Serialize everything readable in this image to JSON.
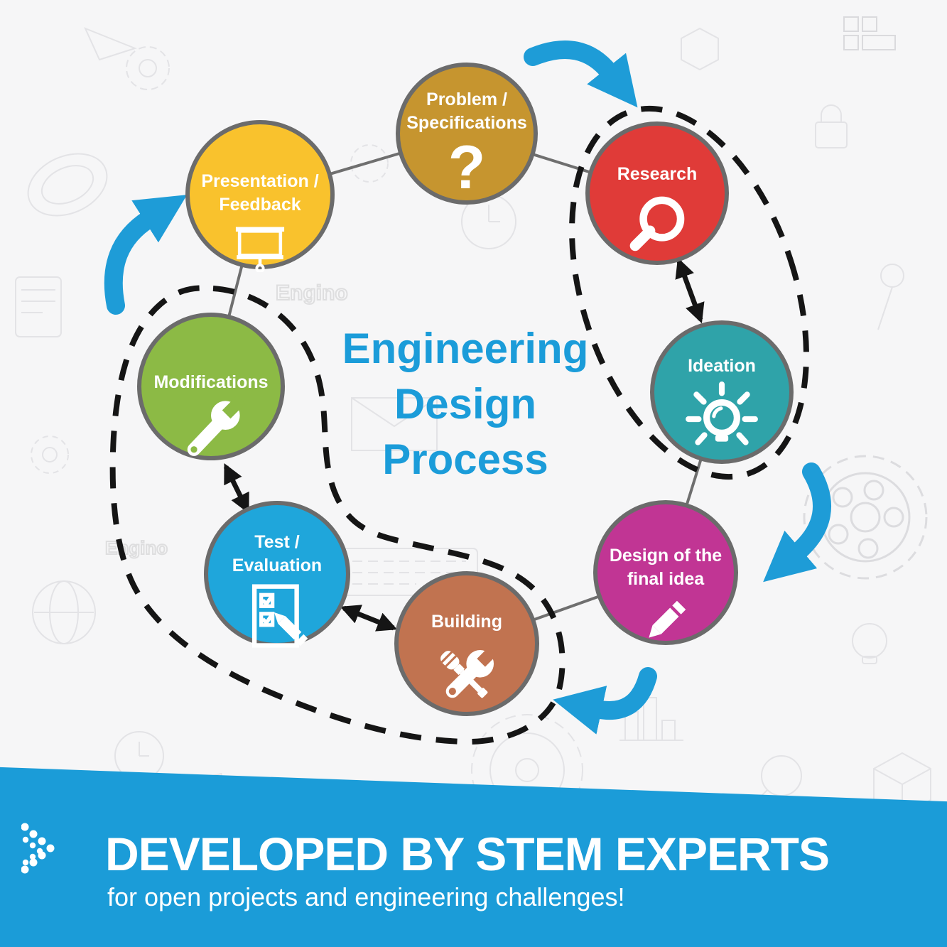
{
  "title": {
    "line1": "Engineering",
    "line2": "Design",
    "line3": "Process",
    "color": "#1B9CD9"
  },
  "background_word": "Engino",
  "steps": [
    {
      "name": "Problem / Specifications",
      "line1": "Problem /",
      "line2": "Specifications",
      "color": "#C6952F",
      "icon": "question-mark",
      "glyph": "?"
    },
    {
      "name": "Research",
      "line1": "Research",
      "line2": "",
      "color": "#E03B38",
      "icon": "magnifier"
    },
    {
      "name": "Ideation",
      "line1": "Ideation",
      "line2": "",
      "color": "#2FA3A9",
      "icon": "lightbulb"
    },
    {
      "name": "Design of the final idea",
      "line1": "Design of the",
      "line2": "final idea",
      "color": "#C13594",
      "icon": "pencil"
    },
    {
      "name": "Building",
      "line1": "Building",
      "line2": "",
      "color": "#C17350",
      "icon": "crossed-tools"
    },
    {
      "name": "Test / Evaluation",
      "line1": "Test /",
      "line2": "Evaluation",
      "color": "#1FA6DB",
      "icon": "checklist-pencil"
    },
    {
      "name": "Modifications",
      "line1": "Modifications",
      "line2": "",
      "color": "#8CBA45",
      "icon": "wrench"
    },
    {
      "name": "Presentation / Feedback",
      "line1": "Presentation /",
      "line2": "Feedback",
      "color": "#F9C22D",
      "icon": "projection-screen"
    }
  ],
  "connectors": {
    "line_color": "#6f6f6f",
    "dashed_color": "#151515",
    "double_arrow_color": "#151515",
    "flow_arrow_color": "#1E9CD7",
    "circle_border_color": "#6b6b6b"
  },
  "banner": {
    "heading": "DEVELOPED BY STEM EXPERTS",
    "subheading": "for open projects and engineering challenges!",
    "color": "#1B9CD8"
  }
}
